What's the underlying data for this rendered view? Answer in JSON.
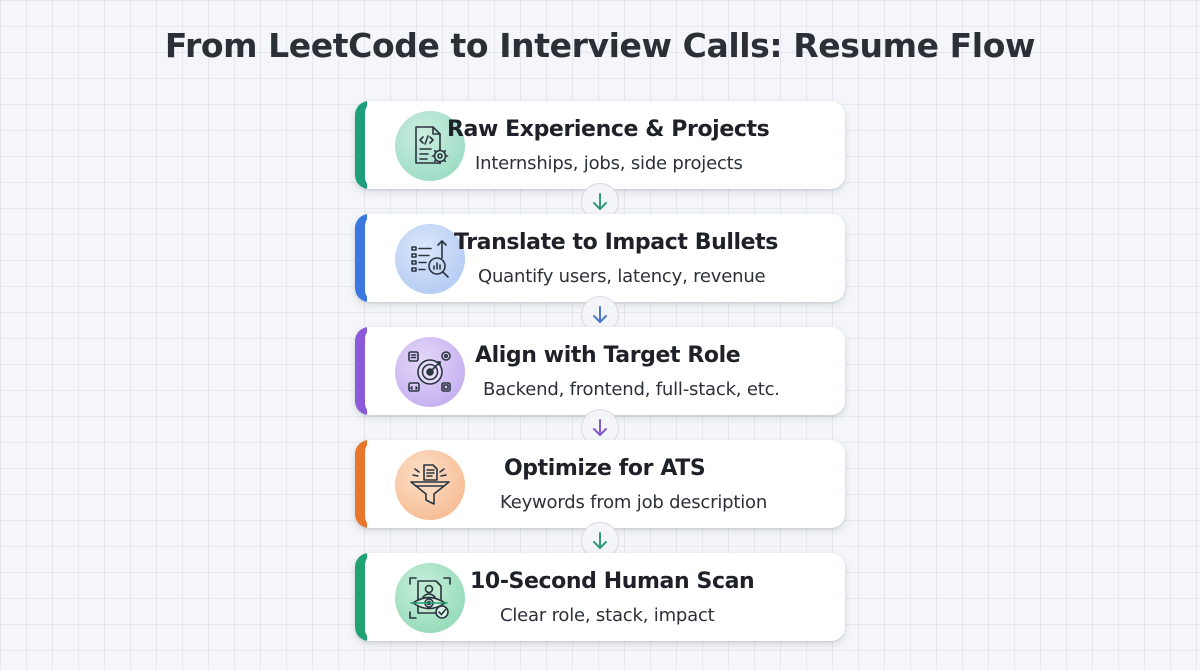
{
  "title": "From LeetCode to Interview Calls: Resume Flow",
  "steps": [
    {
      "title": "Raw Experience & Projects",
      "subtitle": "Internships, jobs, side projects",
      "icon": "code-document-gear-icon",
      "accent_color": "#1f9e7c"
    },
    {
      "title": "Translate to Impact Bullets",
      "subtitle": "Quantify users, latency, revenue",
      "icon": "list-chart-magnifier-icon",
      "accent_color": "#3a77de"
    },
    {
      "title": "Align with Target Role",
      "subtitle": "Backend, frontend, full-stack, etc.",
      "icon": "target-roles-icon",
      "accent_color": "#8a5ad8"
    },
    {
      "title": "Optimize for ATS",
      "subtitle": "Keywords from job description",
      "icon": "funnel-filter-icon",
      "accent_color": "#e8772e"
    },
    {
      "title": "10-Second Human Scan",
      "subtitle": "Clear role, stack, impact",
      "icon": "resume-eye-scan-icon",
      "accent_color": "#22a273"
    }
  ],
  "arrows": [
    {
      "icon": "arrow-down-icon",
      "color": "#2f9b7a"
    },
    {
      "icon": "arrow-down-icon",
      "color": "#4a78c8"
    },
    {
      "icon": "arrow-down-icon",
      "color": "#8359cc"
    },
    {
      "icon": "arrow-down-icon",
      "color": "#2f9b7a"
    }
  ]
}
